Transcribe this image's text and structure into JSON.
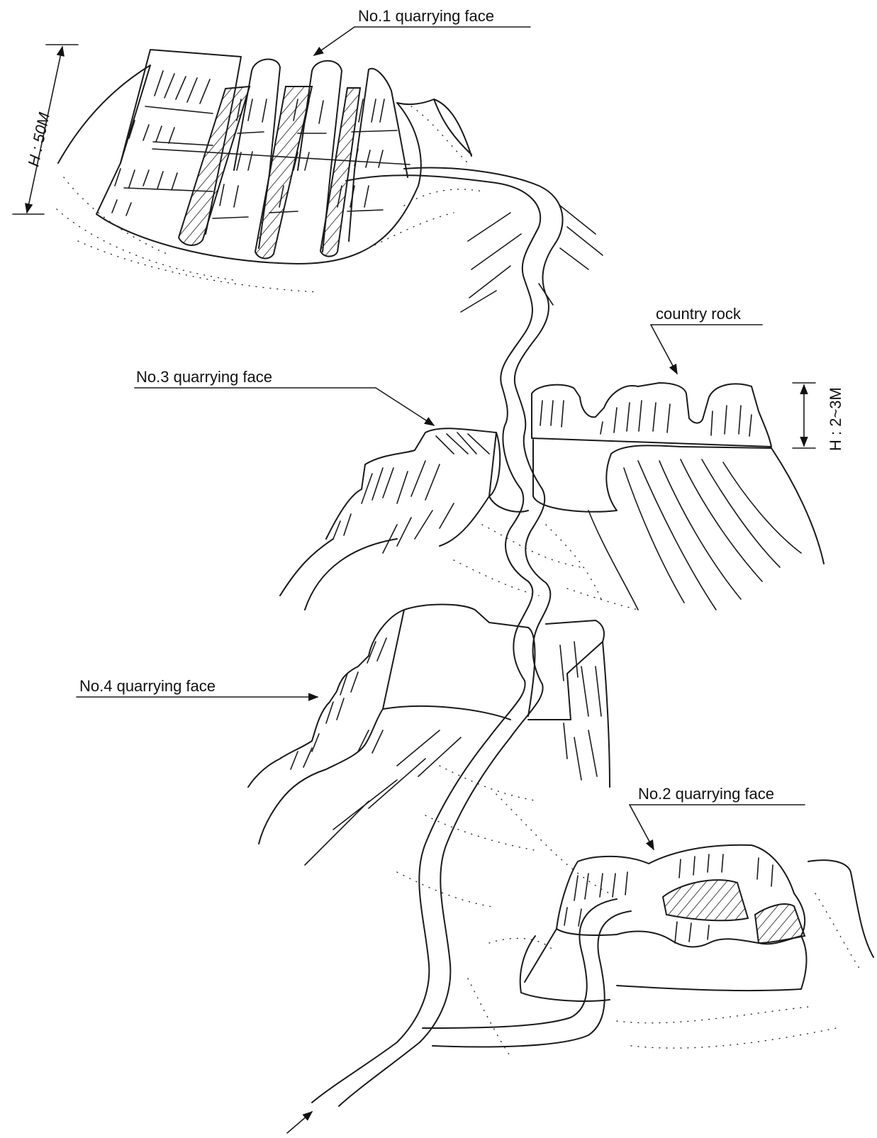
{
  "labels": {
    "face1": "No.1 quarrying face",
    "face2": "No.2 quarrying face",
    "face3": "No.3 quarrying face",
    "face4": "No.4 quarrying face",
    "country_rock": "country rock",
    "height_main": "H : 50M",
    "height_rock": "H : 2~3M"
  }
}
